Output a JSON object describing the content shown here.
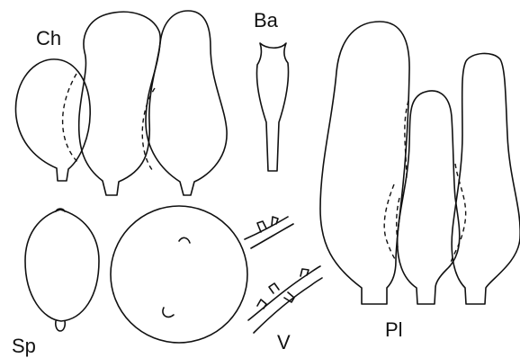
{
  "labels": {
    "cheilocystidia": "Ch",
    "basidium": "Ba",
    "pleurocystidia": "Pl",
    "spore": "Sp",
    "veil": "V"
  }
}
